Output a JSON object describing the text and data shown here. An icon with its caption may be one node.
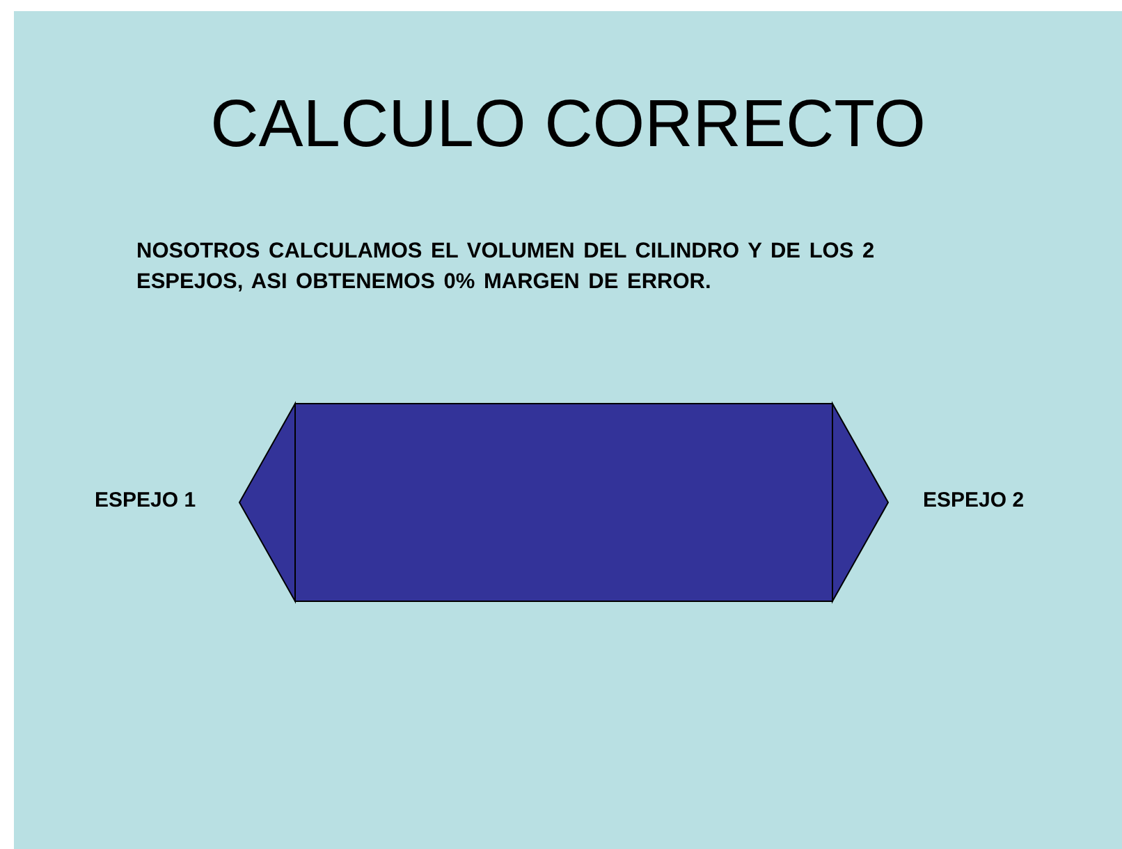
{
  "diagram": {
    "title": "CALCULO CORRECTO",
    "labels": [
      "NOSOTROS CALCULAMOS EL VOLUMEN DEL CILINDRO Y DE LOS 2 ESPEJOS, ASI OBTENEMOS 0% MARGEN DE ERROR.",
      "ESPEJO 1",
      "ESPEJO 2"
    ]
  }
}
